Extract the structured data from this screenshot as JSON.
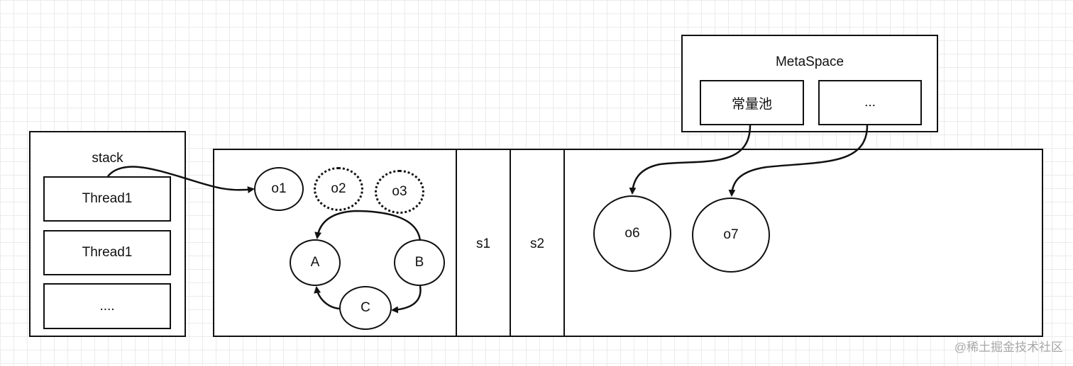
{
  "metaspace": {
    "title": "MetaSpace",
    "items": [
      "常量池",
      "..."
    ]
  },
  "stack": {
    "title": "stack",
    "items": [
      "Thread1",
      "Thread1",
      "...."
    ]
  },
  "heap": {
    "objects": [
      "o1",
      "o2",
      "o3"
    ],
    "cycle_nodes": [
      "A",
      "B",
      "C"
    ],
    "survivors": [
      "s1",
      "s2"
    ],
    "old_objects": [
      "o6",
      "o7"
    ]
  },
  "watermark": "@稀土掘金技术社区"
}
